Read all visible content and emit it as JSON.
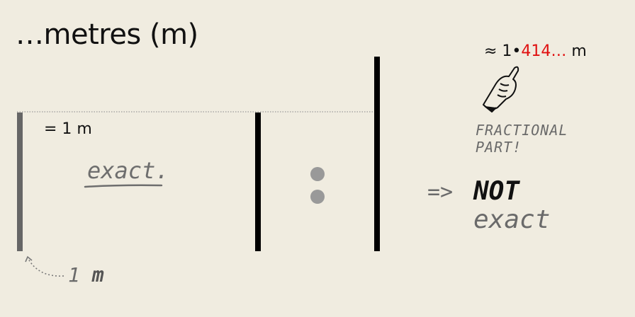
{
  "title": "…metres (m)",
  "unit_label": "= 1 m",
  "left_note": "exact.",
  "approx": {
    "prefix": "≈ 1•",
    "fraction": "414…",
    "unit": " m"
  },
  "fractional_note": {
    "line1": "FRACTIONAL",
    "line2": "PART!"
  },
  "implies_arrow": "=>",
  "not_label": "NOT",
  "not_exact": "exact",
  "bottom_label": {
    "number": "1",
    "unit": "m"
  },
  "colors": {
    "background": "#f0ece0",
    "accent_red": "#e01010",
    "grey_text": "#6a6a6a",
    "bar_grey": "#666666",
    "bar_black": "#000000"
  }
}
